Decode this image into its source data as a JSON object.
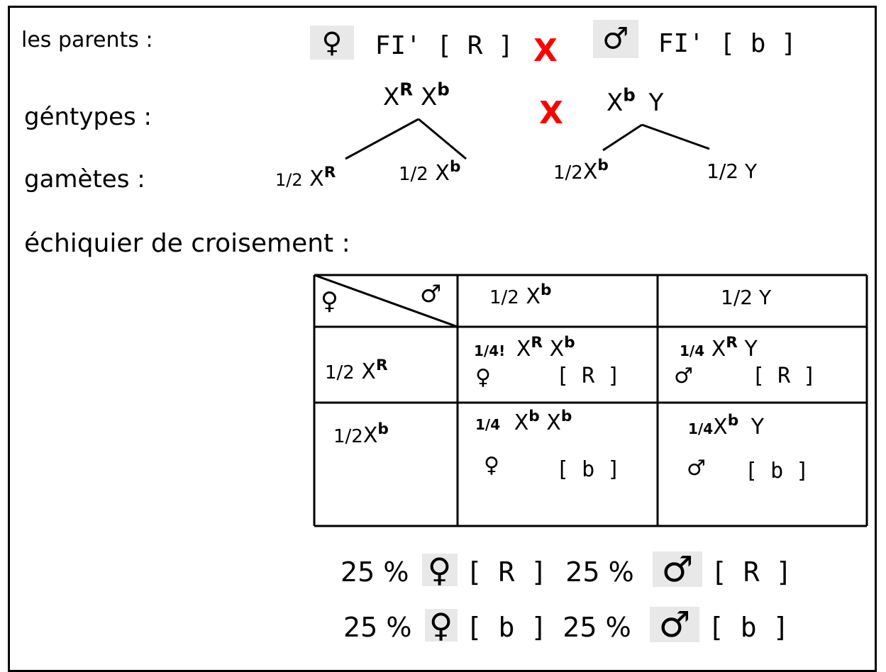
{
  "labels": {
    "parents": "les parents :",
    "genotypes": "géntypes :",
    "gametes": "gamètes :",
    "echiquier": "échiquier de croisement :"
  },
  "symbols": {
    "female": "♀",
    "male": "♂",
    "cross": "X"
  },
  "colors": {
    "cross": "#ff0000",
    "symbol_bg": "#e8e8e8"
  },
  "parents": {
    "female_phenotype": "FI' [ R ]",
    "male_phenotype": "FI' [ b ]"
  },
  "genotypes": {
    "female": {
      "x1": "X",
      "a1": "R",
      "x2": "X",
      "a2": "b"
    },
    "male": {
      "x1": "X",
      "a1": "b",
      "y": "Y"
    }
  },
  "gametes": {
    "female_1": {
      "frac": "1/2",
      "x": "X",
      "allele": "R"
    },
    "female_2": {
      "frac": "1/2",
      "x": "X",
      "allele": "b"
    },
    "male_1": {
      "frac": "1/2",
      "x": "X",
      "allele": "b"
    },
    "male_2": "1/2 Y"
  },
  "punnett": {
    "header_col1": {
      "frac": "1/2",
      "x": "X",
      "allele": "b"
    },
    "header_col2": "1/2 Y",
    "row1_header": {
      "frac": "1/2",
      "x": "X",
      "allele": "R"
    },
    "row2_header": {
      "frac": "1/2",
      "x": "X",
      "allele": "b"
    },
    "r1c1": {
      "frac": "1/4!",
      "x1": "X",
      "a1": "R",
      "x2": "X",
      "a2": "b",
      "pheno": "[ R ]"
    },
    "r1c2": {
      "frac": "1/4",
      "x1": "X",
      "a1": "R",
      "y": "Y",
      "pheno": "[ R ]"
    },
    "r2c1": {
      "frac": "1/4",
      "x1": "X",
      "a1": "b",
      "x2": "X",
      "a2": "b",
      "pheno": "[ b ]"
    },
    "r2c2": {
      "frac": "1/4",
      "x1": "X",
      "a1": "b",
      "y": "Y",
      "pheno": "[ b ]"
    }
  },
  "results": {
    "line1": {
      "p1": "25 %",
      "ph1": "[ R ]",
      "p2": "25 %",
      "ph2": "[ R ]"
    },
    "line2": {
      "p1": "25 %",
      "ph1": "[ b ]",
      "p2": "25 %",
      "ph2": "[ b ]"
    }
  }
}
